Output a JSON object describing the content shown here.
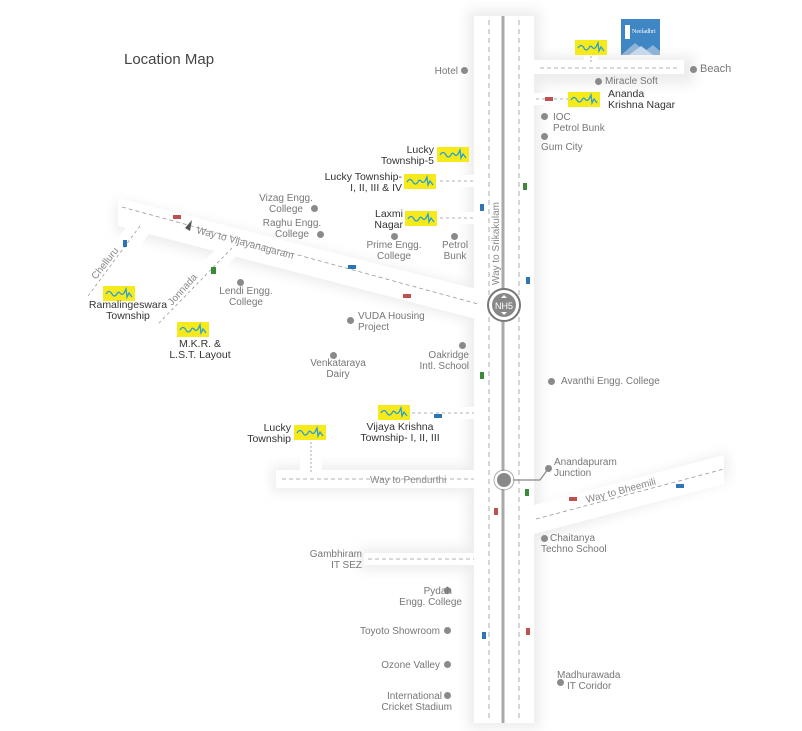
{
  "title": "Location Map",
  "brand": {
    "name": "Neeladhri",
    "color": "#3f86c4",
    "badge_color": "#f6ea1a"
  },
  "highway": {
    "label": "Way to Srikakulam",
    "badge": "NH5"
  },
  "roads": {
    "vijayanagaram": "Way to Vijayanagaram",
    "chelluru": "Chelluru",
    "jonnada": "Jonnada",
    "pendurthi": "Way to Pendurthi",
    "bheemili": "Way to Bheemili"
  },
  "projects": [
    {
      "id": "lucky-township-5",
      "lines": [
        "Lucky",
        "Township-5"
      ]
    },
    {
      "id": "lucky-township-1-4",
      "lines": [
        "Lucky Township-",
        "I, II, III & IV"
      ]
    },
    {
      "id": "laxmi-nagar",
      "lines": [
        "Laxmi",
        "Nagar"
      ]
    },
    {
      "id": "ramalingeswara-township",
      "lines": [
        "Ramalingeswara",
        "Township"
      ]
    },
    {
      "id": "mkr-lst-layout",
      "lines": [
        "M.K.R. &",
        "L.S.T. Layout"
      ]
    },
    {
      "id": "lucky-township",
      "lines": [
        "Lucky",
        "Township"
      ]
    },
    {
      "id": "vijaya-krishna-township",
      "lines": [
        "Vijaya Krishna",
        "Township- I, II, III"
      ]
    },
    {
      "id": "ananda-krishna-nagar",
      "lines": [
        "Ananda",
        "Krishna Nagar"
      ]
    }
  ],
  "landmarks": {
    "hotel": [
      "Hotel"
    ],
    "beach": [
      "Beach"
    ],
    "miracle_soft": [
      "Miracle Soft"
    ],
    "ioc": [
      "IOC",
      "Petrol Bunk"
    ],
    "gum_city": [
      "Gum City"
    ],
    "vizag_engg": [
      "Vizag Engg.",
      "College"
    ],
    "raghu_engg": [
      "Raghu Engg.",
      "College"
    ],
    "prime_engg": [
      "Prime Engg.",
      "College"
    ],
    "petrol_bunk": [
      "Petrol",
      "Bunk"
    ],
    "lendi_engg": [
      "Lendi Engg.",
      "College"
    ],
    "vuda": [
      "VUDA Housing",
      "Project"
    ],
    "venkataraya": [
      "Venkataraya",
      "Dairy"
    ],
    "oakridge": [
      "Oakridge",
      "Intl. School"
    ],
    "avanthi": [
      "Avanthi Engg. College"
    ],
    "anandapuram": [
      "Anandapuram",
      "Junction"
    ],
    "chaitanya": [
      "Chaitanya",
      "Techno School"
    ],
    "gambhiram": [
      "Gambhiram",
      "IT SEZ"
    ],
    "pydah": [
      "Pydah",
      "Engg. College"
    ],
    "toyoto": [
      "Toyoto Showroom"
    ],
    "ozone": [
      "Ozone Valley"
    ],
    "madhurawada": [
      "Madhurawada",
      "IT Coridor"
    ],
    "cricket": [
      "International",
      "Cricket Stadium"
    ]
  }
}
